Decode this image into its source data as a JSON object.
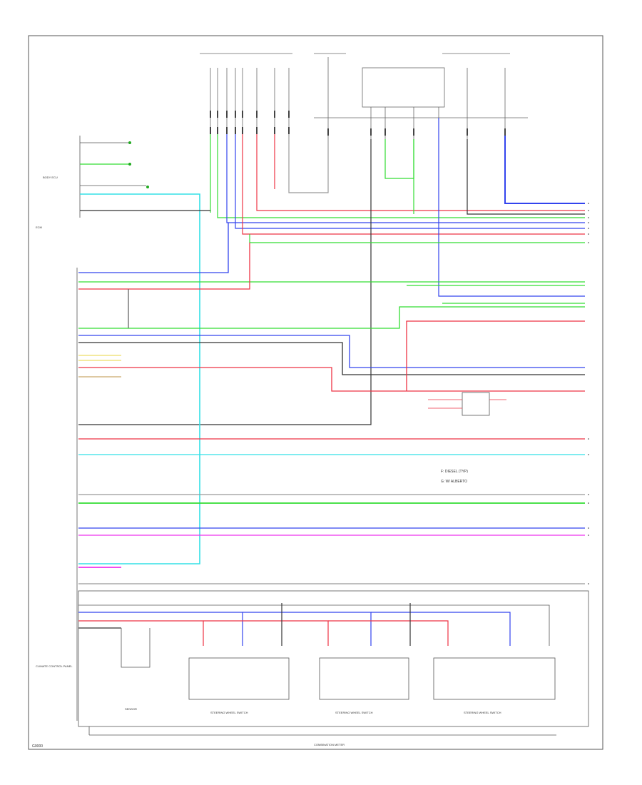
{
  "diagram": {
    "ground_label": "G0000",
    "legend": {
      "items": [
        "F: DIESEL (TYP)",
        "G: W/ ALBERTO"
      ]
    },
    "wires": [
      {
        "id": "w-cyan-main",
        "color": "#33e0e6"
      },
      {
        "id": "w-green",
        "color": "#33dd33"
      },
      {
        "id": "w-red",
        "color": "#ee3344"
      },
      {
        "id": "w-blue",
        "color": "#3344ee"
      },
      {
        "id": "w-magenta",
        "color": "#ee33ee"
      },
      {
        "id": "w-pink",
        "color": "#ff88cc"
      },
      {
        "id": "w-black",
        "color": "#333333"
      },
      {
        "id": "w-gray",
        "color": "#999999"
      }
    ],
    "components": {
      "ecm": "ECM",
      "body_ecu": "BODY ECU",
      "climate_panel": "CLIMATE CONTROL PANEL",
      "switch_left": "STEERING WHEEL SWITCH",
      "switch_mid": "STEERING WHEEL SWITCH",
      "switch_right": "STEERING WHEEL SWITCH",
      "sensor": "SENSOR",
      "bottom_caption": "COMBINATION METER"
    }
  }
}
